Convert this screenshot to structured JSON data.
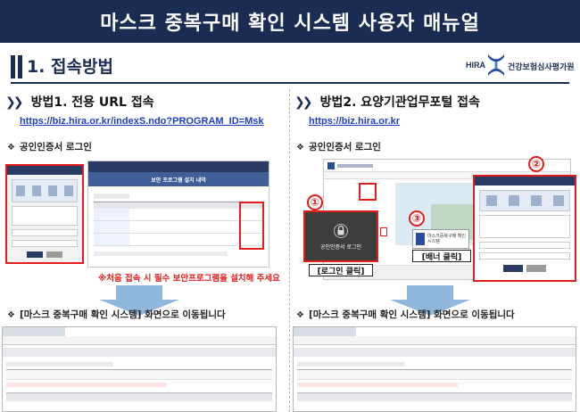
{
  "banner": {
    "title": "마스크 중복구매 확인 시스템 사용자 매뉴얼"
  },
  "section": {
    "title": "1. 접속방법"
  },
  "logo": {
    "brand": "HIRA",
    "name": "건강보험심사평가원"
  },
  "method1": {
    "title": "방법1. 전용 URL 접속",
    "url": "https://biz.hira.or.kr/indexS.ndo?PROGRAM_ID=Msk",
    "cert_label": "공인인증서 로그인",
    "install_header": "보안 프로그램 설치 내역",
    "warning": "※처음 접속 시 필수 보안프로그램을 설치해 주세요",
    "result": "[마스크 중복구매 확인 시스템] 화면으로 이동됩니다"
  },
  "method2": {
    "title": "방법2. 요양기관업무포털 접속",
    "url": "https://biz.hira.or.kr",
    "cert_label": "공인인증서 로그인",
    "step1": "①",
    "step2": "②",
    "step3": "③",
    "login_tile": "공인인증서 로그인",
    "login_click": "[로그인 클릭]",
    "banner_tile": "마스크중복구매 확인시스템",
    "banner_click": "[배너 클릭]",
    "result": "[마스크 중복구매 확인 시스템] 화면으로 이동됩니다"
  },
  "colors": {
    "navy": "#1b2c52",
    "red": "#e31c1c",
    "link": "#1e3fc4",
    "arrow": "#8fb7dc"
  }
}
